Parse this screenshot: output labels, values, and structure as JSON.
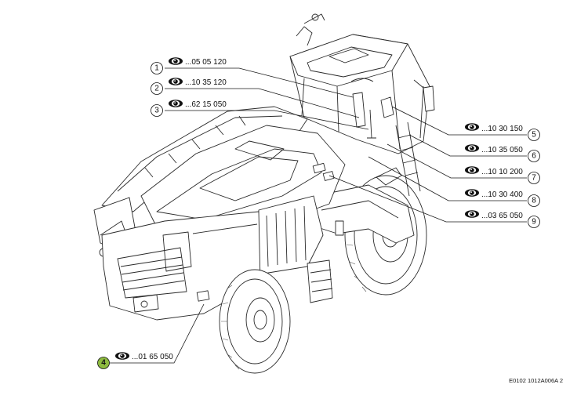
{
  "callouts": [
    {
      "number": "1",
      "ref": "...05 05 120"
    },
    {
      "number": "2",
      "ref": "...10 35 120"
    },
    {
      "number": "3",
      "ref": "...62 15 050"
    },
    {
      "number": "4",
      "ref": "...01 65 050",
      "highlight_color": "#8dba3f"
    },
    {
      "number": "5",
      "ref": "...10 30 150"
    },
    {
      "number": "6",
      "ref": "...10 35 050"
    },
    {
      "number": "7",
      "ref": "...10 10 200"
    },
    {
      "number": "8",
      "ref": "...10 30 400"
    },
    {
      "number": "9",
      "ref": "...03 65 050"
    }
  ],
  "icon": "eye-icon",
  "footer_code": "E0102 1012A006A 2"
}
